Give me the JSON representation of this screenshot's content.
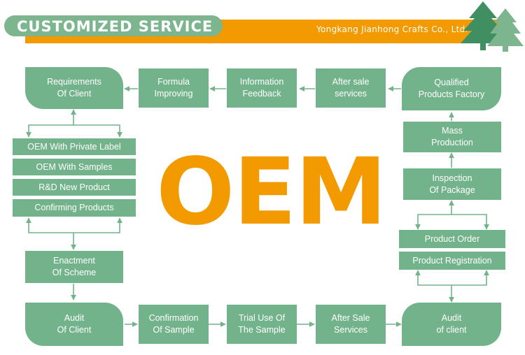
{
  "header": {
    "title": "CUSTOMIZED SERVICE",
    "company": "Yongkang Jianhong Crafts Co., Ltd."
  },
  "center_text": "OEM",
  "colors": {
    "green": "#73b38b",
    "orange": "#f29a00",
    "dark_green": "#3f8f63"
  },
  "nodes": {
    "requirements": [
      "Requirements",
      "Of Client"
    ],
    "formula": [
      "Formula",
      "Improving"
    ],
    "info_feedback": [
      "Information",
      "Feedback"
    ],
    "after_sale_top": [
      "After sale",
      "services"
    ],
    "qualified": [
      "Qualified",
      "Products Factory"
    ],
    "mass": [
      "Mass",
      "Production"
    ],
    "inspection": [
      "Inspection",
      "Of Package"
    ],
    "product_order": "Product Order",
    "product_registration": "Product Registration",
    "audit_client_right": [
      "Audit",
      "of client"
    ],
    "after_sale_bottom": [
      "After Sale",
      "Services"
    ],
    "trial": [
      "Trial Use Of",
      "The Sample"
    ],
    "confirmation": [
      "Confirmation",
      "Of Sample"
    ],
    "audit_client_left": [
      "Audit",
      "Of Client"
    ],
    "enactment": [
      "Enactment",
      "Of Scheme"
    ],
    "oem_private": "OEM With Private Label",
    "oem_samples": "OEM With Samples",
    "rnd": "R&D New Product",
    "confirming": "Confirming Products"
  }
}
